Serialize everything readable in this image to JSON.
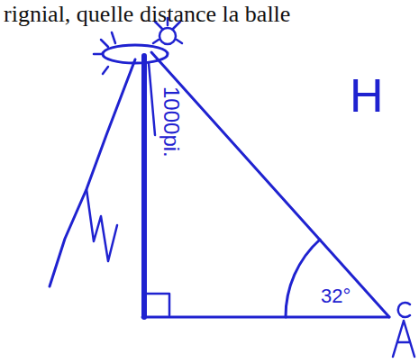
{
  "diagram": {
    "labels": [
      "rignial, quelle distance la balle",
      "1000pi.",
      "H",
      "32°"
    ]
  }
}
